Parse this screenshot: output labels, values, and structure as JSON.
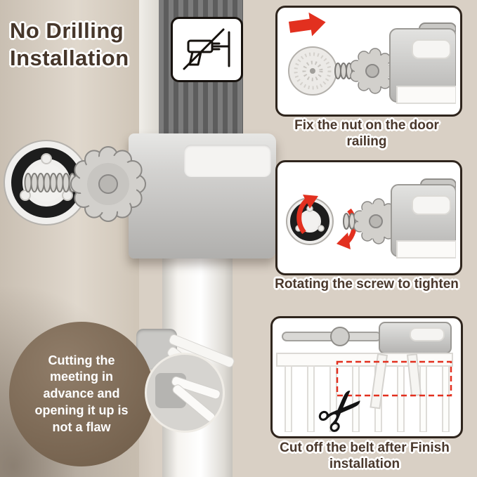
{
  "title": {
    "line1": "No Drilling",
    "line2": "Installation"
  },
  "steps": [
    {
      "caption": "Fix the nut on the door railing"
    },
    {
      "caption": "Rotating the screw to tighten"
    },
    {
      "caption": "Cut off the belt after Finish installation"
    }
  ],
  "note": {
    "text": "Cutting the meeting in advance and opening it up is not a flaw"
  },
  "glyphs": {
    "scissors": "✂"
  },
  "icons": {
    "no_drill": "no-drill-icon",
    "red_arrow": "red-arrow-right-icon",
    "rotate": "rotate-arrows-icon",
    "scissors": "scissors-icon"
  },
  "colors": {
    "text_brown": "#46362a",
    "accent_red": "#e2301f",
    "background_beige": "#d9d0c5",
    "panel_border": "#2f251d",
    "note_circle_brown": "#7d6a56",
    "metal_gray": "#c9c8c5",
    "nut_ring_black": "#1d1d1d"
  }
}
